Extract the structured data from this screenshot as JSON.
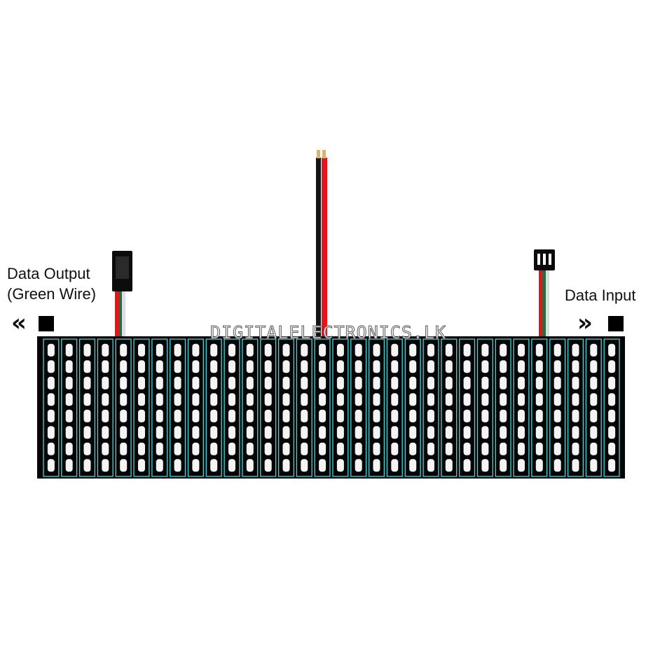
{
  "labels": {
    "data_output_line1": "Data Output",
    "data_output_line2": "(Green Wire)",
    "data_input": "Data Input"
  },
  "arrows": {
    "left": "«",
    "right": "»"
  },
  "watermark": "DIGITALELECTRONICS.LK",
  "matrix": {
    "columns": 32,
    "rows": 8,
    "colors": {
      "board": "#050505",
      "led": "#f4f4f4",
      "trace": "#46d6dc",
      "wire_red": "#e8141c",
      "wire_black": "#111111",
      "wire_green": "#2a6b43",
      "wire_white": "#e8e8e8"
    }
  }
}
